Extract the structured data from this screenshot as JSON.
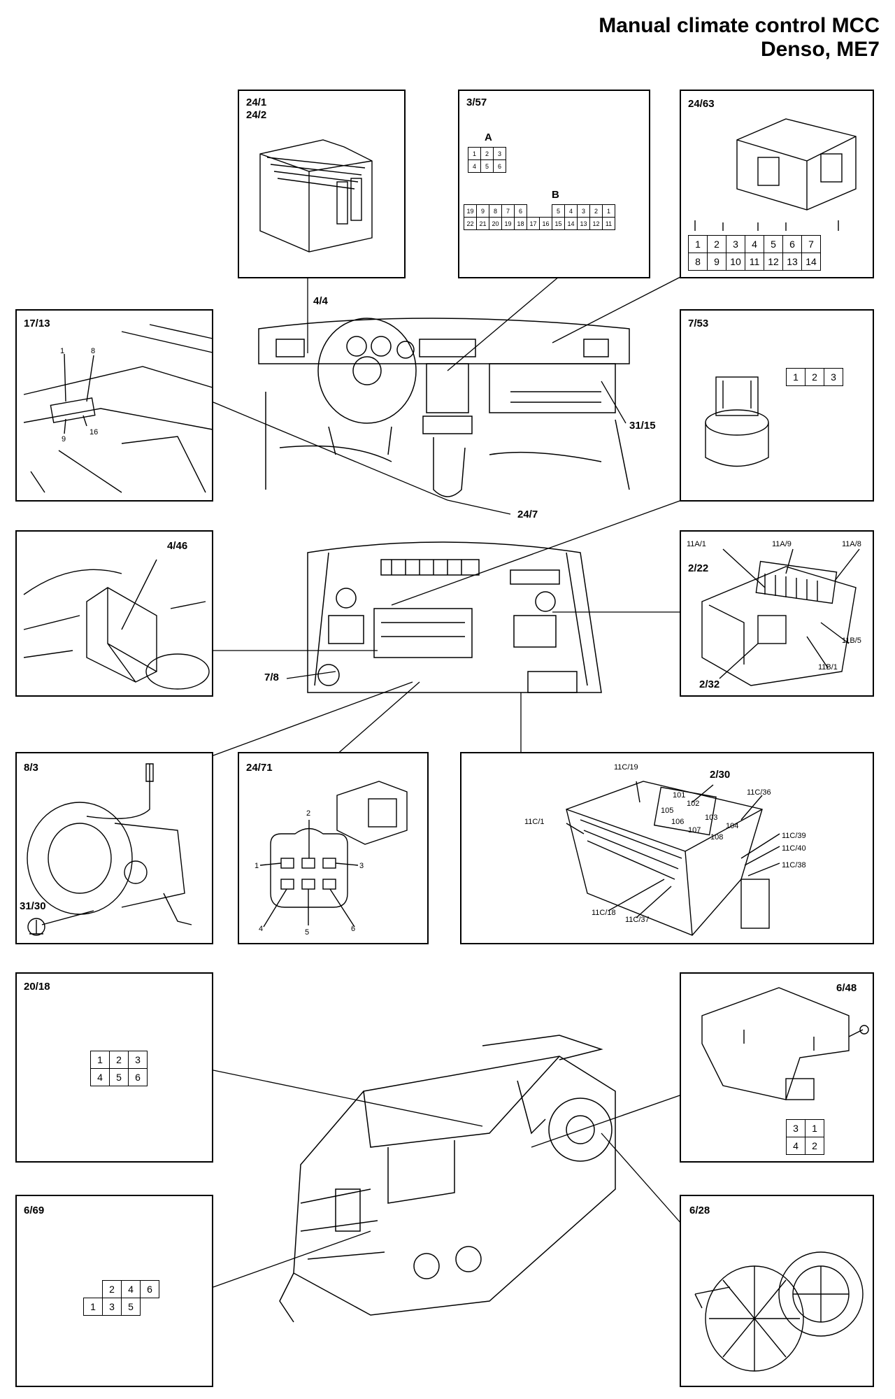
{
  "title": {
    "line1": "Manual climate control MCC",
    "line2": "Denso, ME7"
  },
  "panels": {
    "p24_1": {
      "a": "24/1",
      "b": "24/2"
    },
    "p3_57": {
      "label": "3/57",
      "conn_a": "A",
      "conn_b": "B",
      "a_rows": [
        [
          "1",
          "2",
          "3"
        ],
        [
          "4",
          "5",
          "6"
        ]
      ],
      "b_rows": [
        [
          "19",
          "9",
          "8",
          "7",
          "6",
          "",
          "5",
          "4",
          "3",
          "2",
          "1"
        ],
        [
          "22",
          "21",
          "20",
          "19",
          "18",
          "17",
          "16",
          "15",
          "14",
          "13",
          "12",
          "11"
        ]
      ]
    },
    "p24_63": {
      "label": "24/63",
      "rows": [
        [
          "1",
          "2",
          "3",
          "4",
          "5",
          "6",
          "7"
        ],
        [
          "8",
          "9",
          "10",
          "11",
          "12",
          "13",
          "14"
        ]
      ]
    },
    "p17_13": {
      "label": "17/13",
      "pins": [
        "1",
        "8",
        "16",
        "9"
      ]
    },
    "p7_53": {
      "label": "7/53",
      "pins": [
        "1",
        "2",
        "3"
      ]
    },
    "p4_46": {
      "label": "4/46"
    },
    "p_fuse": {
      "labels": [
        "11A/1",
        "11A/9",
        "11A/8",
        "2/22",
        "11B/5",
        "11B/1",
        "2/32"
      ]
    },
    "p8_3": {
      "label": "8/3",
      "ground": "31/30"
    },
    "p24_71": {
      "label": "24/71",
      "pins": [
        "1",
        "2",
        "3",
        "4",
        "5",
        "6"
      ]
    },
    "p_relay": {
      "labels": [
        "11C/19",
        "2/30",
        "11C/36",
        "11C/1",
        "101",
        "102",
        "105",
        "103",
        "106",
        "107",
        "104",
        "108",
        "11C/39",
        "11C/40",
        "11C/38",
        "11C/18",
        "11C/37"
      ]
    },
    "p20_18": {
      "label": "20/18",
      "rows": [
        [
          "1",
          "2",
          "3"
        ],
        [
          "4",
          "5",
          "6"
        ]
      ]
    },
    "p6_48": {
      "label": "6/48",
      "rows": [
        [
          "3",
          "1"
        ],
        [
          "4",
          "2"
        ]
      ]
    },
    "p6_69": {
      "label": "6/69",
      "rows": [
        [
          "2",
          "4",
          "6"
        ],
        [
          "1",
          "3",
          "5"
        ]
      ]
    },
    "p6_28": {
      "label": "6/28"
    }
  },
  "callouts": {
    "c4_4": "4/4",
    "c31_15": "31/15",
    "c24_7": "24/7",
    "c7_8": "7/8"
  }
}
